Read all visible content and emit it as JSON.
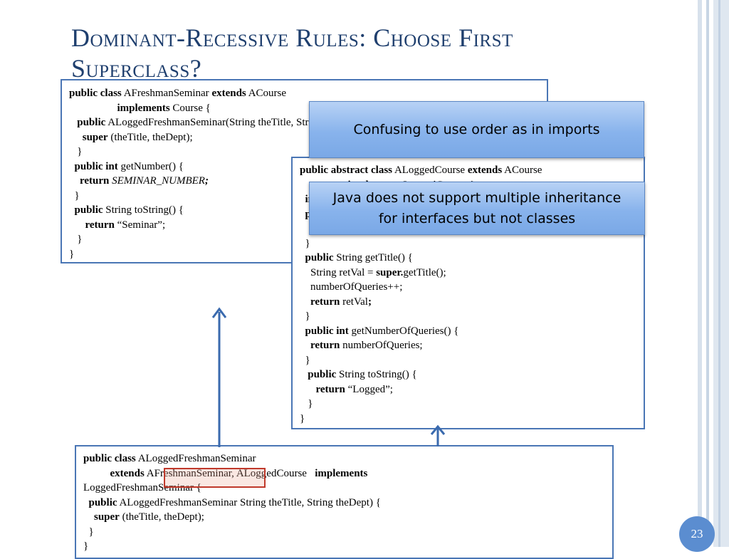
{
  "slide": {
    "title_line1": "Dominant-Recessive Rules: Choose First",
    "title_line2": "Superclass?",
    "page_number": "23"
  },
  "box1": {
    "lines": [
      [
        {
          "t": "public class",
          "b": true
        },
        {
          "t": " AFreshmanSeminar "
        },
        {
          "t": "extends",
          "b": true
        },
        {
          "t": " ACourse"
        }
      ],
      [
        {
          "t": "                  "
        },
        {
          "t": "implements",
          "b": true
        },
        {
          "t": " Course {"
        }
      ],
      [
        {
          "t": "   "
        },
        {
          "t": "public",
          "b": true
        },
        {
          "t": " ALoggedFreshmanSeminar(String theTitle, String theDept) {"
        }
      ],
      [
        {
          "t": "     "
        },
        {
          "t": "super",
          "b": true
        },
        {
          "t": " (theTitle, theDept);"
        }
      ],
      [
        {
          "t": "   }"
        }
      ],
      [
        {
          "t": "  "
        },
        {
          "t": "public int",
          "b": true
        },
        {
          "t": " getNumber() {"
        }
      ],
      [
        {
          "t": "    "
        },
        {
          "t": "return",
          "b": true
        },
        {
          "t": " "
        },
        {
          "t": "SEMINAR_NUMBER",
          "i": true
        },
        {
          "t": ";",
          "b": true,
          "i": true
        }
      ],
      [
        {
          "t": "  }"
        }
      ],
      [
        {
          "t": "  "
        },
        {
          "t": "public",
          "b": true
        },
        {
          "t": " String toString() {"
        }
      ],
      [
        {
          "t": "      "
        },
        {
          "t": "return",
          "b": true
        },
        {
          "t": " “Seminar”;"
        }
      ],
      [
        {
          "t": "   }"
        }
      ],
      [
        {
          "t": "}"
        }
      ]
    ]
  },
  "box2": {
    "lines": [
      [
        {
          "t": "public abstract class",
          "b": true
        },
        {
          "t": " ALoggedCourse "
        },
        {
          "t": "extends",
          "b": true
        },
        {
          "t": " ACourse"
        }
      ],
      [
        {
          "t": "                  "
        },
        {
          "t": "implements",
          "b": true
        },
        {
          "t": " LoggedCourse {"
        }
      ],
      [
        {
          "t": "  "
        },
        {
          "t": "int",
          "b": true
        },
        {
          "t": " numberOfQueries = 0;"
        }
      ],
      [
        {
          "t": "  "
        },
        {
          "t": "public",
          "b": true
        },
        {
          "t": " ALoggedCourse(String theTitle, String theDept) {"
        }
      ],
      [
        {
          "t": "     "
        },
        {
          "t": "super",
          "b": true
        },
        {
          "t": " (theTitle, theDept);"
        }
      ],
      [
        {
          "t": "  }"
        }
      ],
      [
        {
          "t": "  "
        },
        {
          "t": "public",
          "b": true
        },
        {
          "t": " String getTitle() {"
        }
      ],
      [
        {
          "t": "    String retVal = "
        },
        {
          "t": "super.",
          "b": true
        },
        {
          "t": "getTitle();"
        }
      ],
      [
        {
          "t": "    numberOfQueries++;"
        }
      ],
      [
        {
          "t": "    "
        },
        {
          "t": "return",
          "b": true
        },
        {
          "t": " retVal"
        },
        {
          "t": ";",
          "b": true
        }
      ],
      [
        {
          "t": "  }"
        }
      ],
      [
        {
          "t": "  "
        },
        {
          "t": "public int",
          "b": true
        },
        {
          "t": " getNumberOfQueries() {"
        }
      ],
      [
        {
          "t": "    "
        },
        {
          "t": "return",
          "b": true
        },
        {
          "t": " numberOfQueries;"
        }
      ],
      [
        {
          "t": "  }"
        }
      ],
      [
        {
          "t": "   "
        },
        {
          "t": "public",
          "b": true
        },
        {
          "t": " String toString() {"
        }
      ],
      [
        {
          "t": "      "
        },
        {
          "t": "return",
          "b": true
        },
        {
          "t": " “Logged”;"
        }
      ],
      [
        {
          "t": "   }"
        }
      ],
      [
        {
          "t": "}"
        }
      ]
    ]
  },
  "box3": {
    "lines": [
      [
        {
          "t": "public class",
          "b": true
        },
        {
          "t": " ALoggedFreshmanSeminar"
        }
      ],
      [
        {
          "t": "          "
        },
        {
          "t": "extends",
          "b": true
        },
        {
          "t": " AFreshmanSeminar, ALoggedCourse   "
        },
        {
          "t": "implements",
          "b": true
        }
      ],
      [
        {
          "t": "LoggedFreshmanSeminar {"
        }
      ],
      [
        {
          "t": "  "
        },
        {
          "t": "public",
          "b": true
        },
        {
          "t": " ALoggedFreshmanSeminar String theTitle, String theDept) {"
        }
      ],
      [
        {
          "t": "    "
        },
        {
          "t": "super",
          "b": true
        },
        {
          "t": " (theTitle, theDept);"
        }
      ],
      [
        {
          "t": "  }"
        }
      ],
      [
        {
          "t": "}"
        }
      ]
    ]
  },
  "callouts": {
    "c1": "Confusing to use order as in imports",
    "c2_line1": "Java does not support multiple inheritance",
    "c2_line2": "for interfaces but not classes"
  },
  "colors": {
    "title": "#1f3f6e",
    "box_border": "#4a76b5",
    "arrow": "#3a6aae",
    "highlight": "#c0392b",
    "page_badge": "#5b8dd0"
  }
}
